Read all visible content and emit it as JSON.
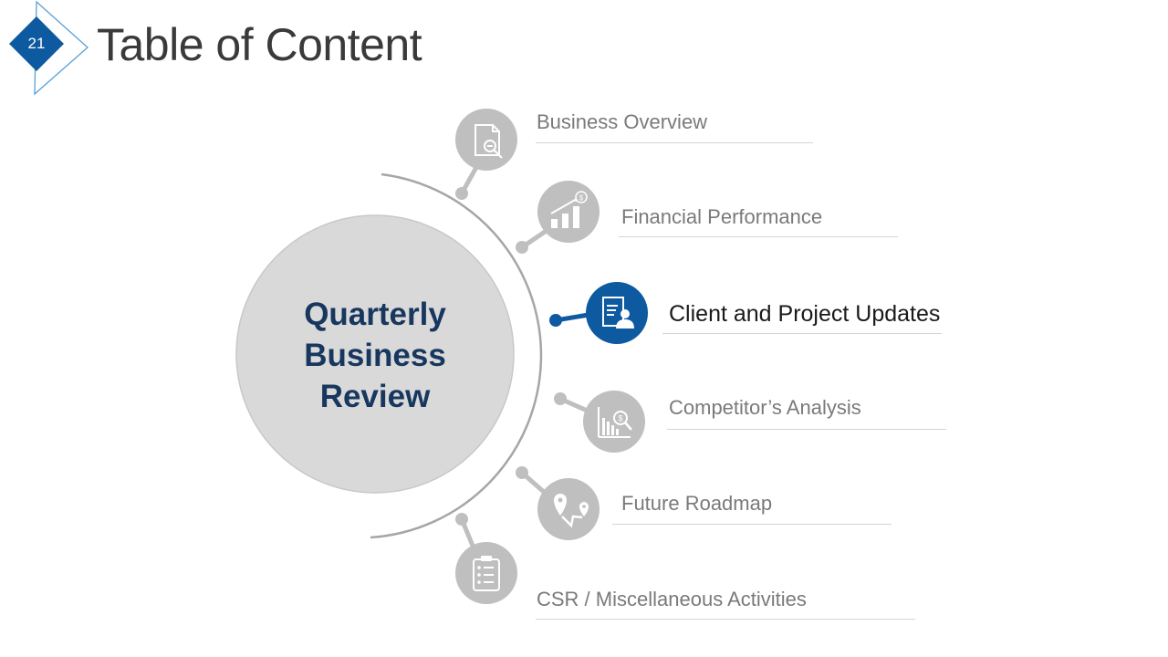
{
  "slide": {
    "page_number": "21",
    "title": "Table of Content"
  },
  "center": {
    "line1": "Quarterly",
    "line2": "Business",
    "line3": "Review"
  },
  "colors": {
    "accent": "#0d5aa0",
    "inactive_node": "#bfbfbf",
    "center_circle": "#d9d9d9",
    "center_text": "#17375e"
  },
  "items": [
    {
      "label": "Business Overview",
      "icon": "document-search-icon",
      "active": false
    },
    {
      "label": "Financial Performance",
      "icon": "growth-chart-icon",
      "active": false
    },
    {
      "label": "Client and Project Updates",
      "icon": "client-profile-icon",
      "active": true
    },
    {
      "label": "Competitor’s Analysis",
      "icon": "market-analysis-icon",
      "active": false
    },
    {
      "label": "Future Roadmap",
      "icon": "route-map-icon",
      "active": false
    },
    {
      "label": "CSR / Miscellaneous Activities",
      "icon": "checklist-clipboard-icon",
      "active": false
    }
  ]
}
